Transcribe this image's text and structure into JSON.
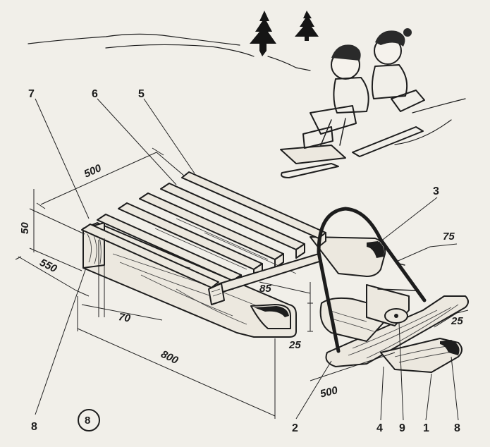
{
  "figure": {
    "number": "8"
  },
  "dimensions": {
    "width_slats": "500",
    "height": "50",
    "length_top": "550",
    "gap": "70",
    "total_length": "800",
    "crossbar_offset": "85",
    "crossbar_depth": "25",
    "front_angle": "75",
    "runner_thickness": "25",
    "front_width": "500"
  },
  "parts": {
    "p1": "1",
    "p2": "2",
    "p3": "3",
    "p4": "4",
    "p5": "5",
    "p6": "6",
    "p7": "7",
    "p8_left": "8",
    "p8_right": "8",
    "p9": "9"
  },
  "colors": {
    "paper": "#f1efe9",
    "ink": "#1d1d1d",
    "wood": "#ece8df"
  }
}
